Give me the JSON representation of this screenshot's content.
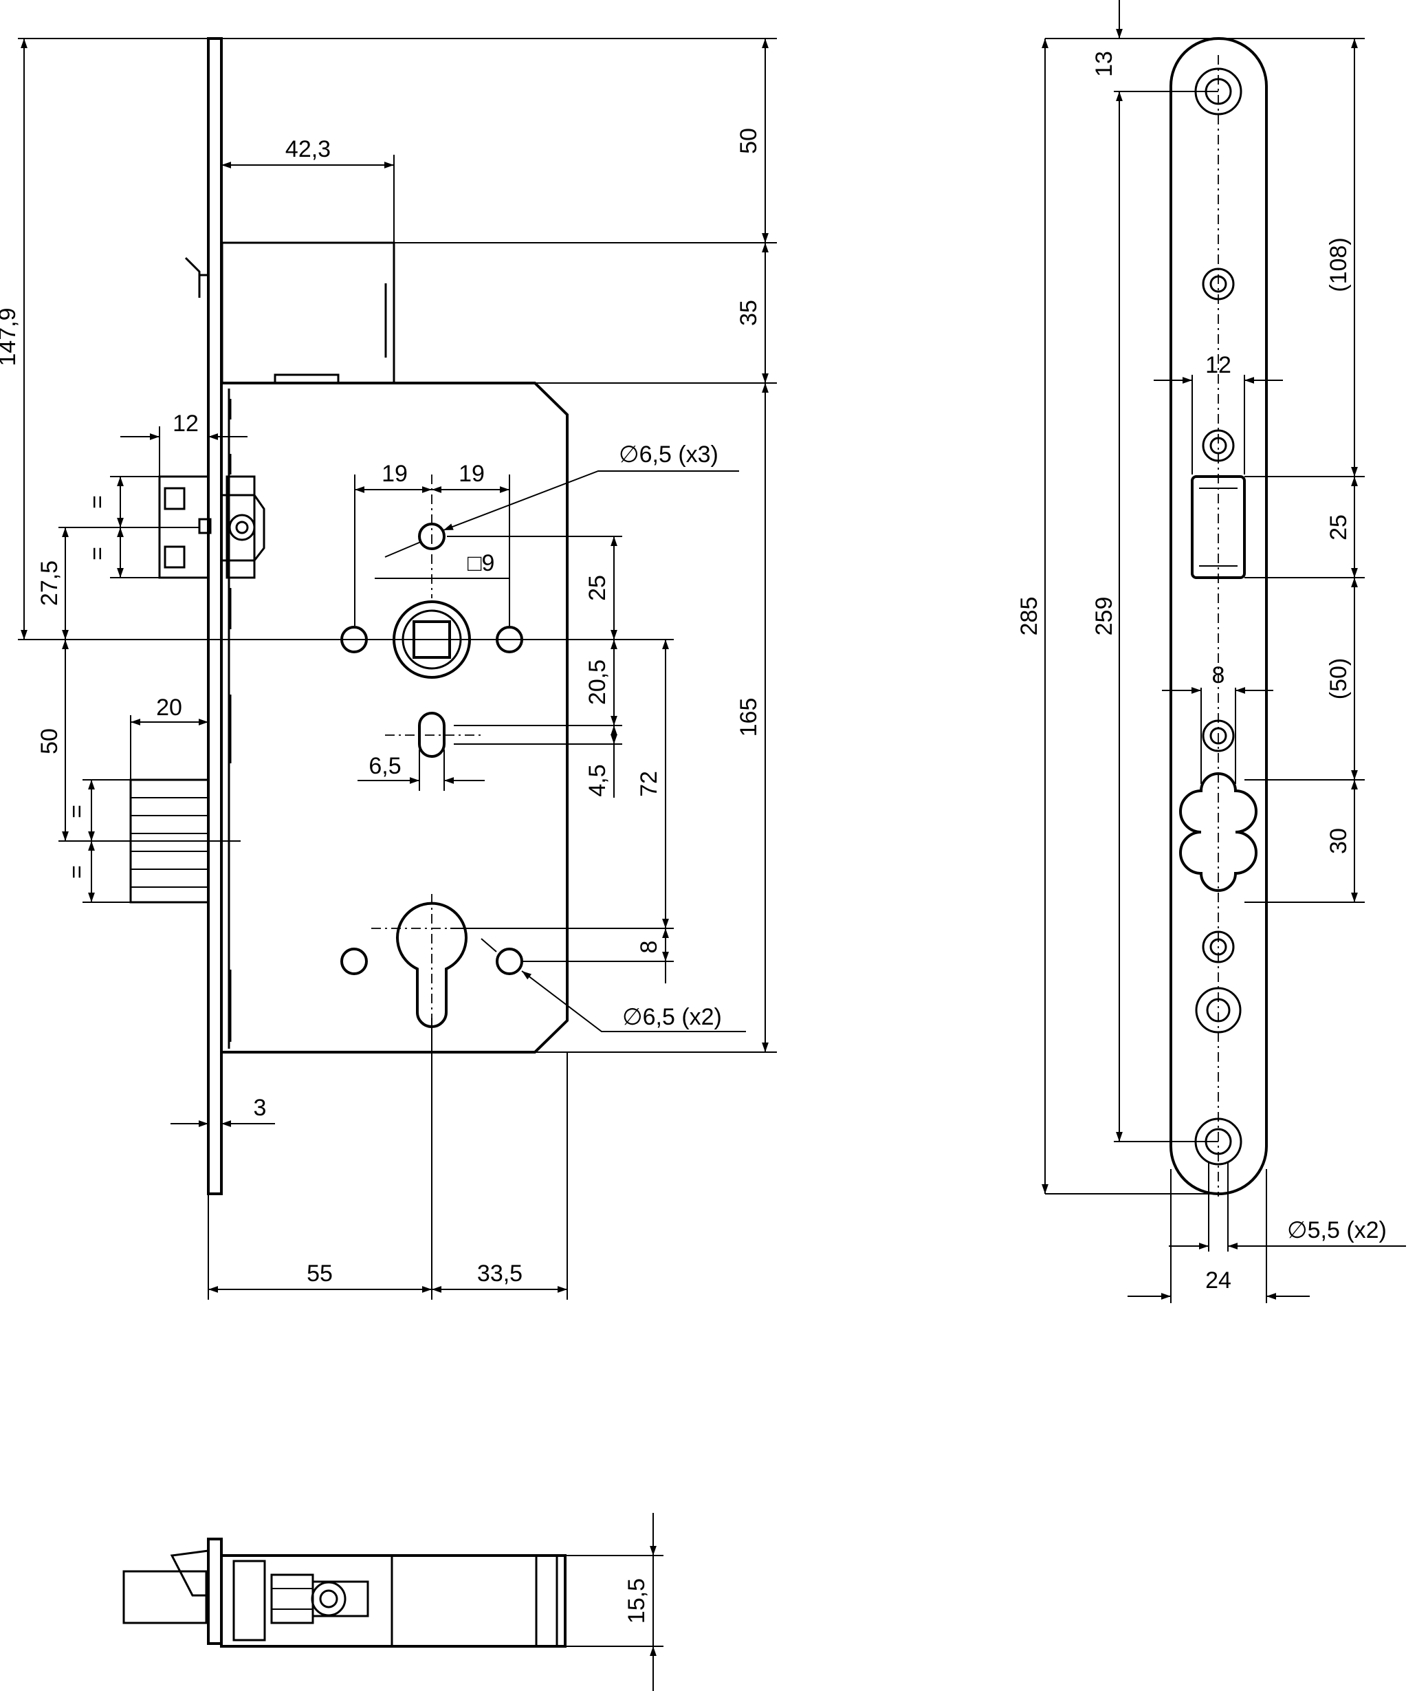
{
  "colors": {
    "line": "#000000",
    "background": "#ffffff"
  },
  "front_view": {
    "dim_backset_42_3": "42,3",
    "dim_50_top": "50",
    "dim_35": "35",
    "dim_165": "165",
    "dim_147_9": "147,9",
    "dim_12_latch": "12",
    "dim_27_5": "27,5",
    "dim_50_left": "50",
    "dim_20": "20",
    "dim_19_left": "19",
    "dim_19_right": "19",
    "note_holes_x3": "∅6,5 (x3)",
    "note_square_9": "□9",
    "dim_25": "25",
    "dim_20_5": "20,5",
    "dim_6_5": "6,5",
    "dim_4_5": "4,5",
    "dim_72": "72",
    "dim_8": "8",
    "note_holes_x2": "∅6,5 (x2)",
    "dim_3": "3",
    "dim_55": "55",
    "dim_33_5": "33,5",
    "equal_mark": "="
  },
  "faceplate_view": {
    "dim_13": "13",
    "dim_108": "(108)",
    "dim_12": "12",
    "dim_25": "25",
    "dim_285": "285",
    "dim_259": "259",
    "dim_8": "8",
    "dim_50": "(50)",
    "dim_30": "30",
    "note_holes": "∅5,5 (x2)",
    "dim_24": "24"
  },
  "top_view": {
    "dim_15_5": "15,5"
  }
}
